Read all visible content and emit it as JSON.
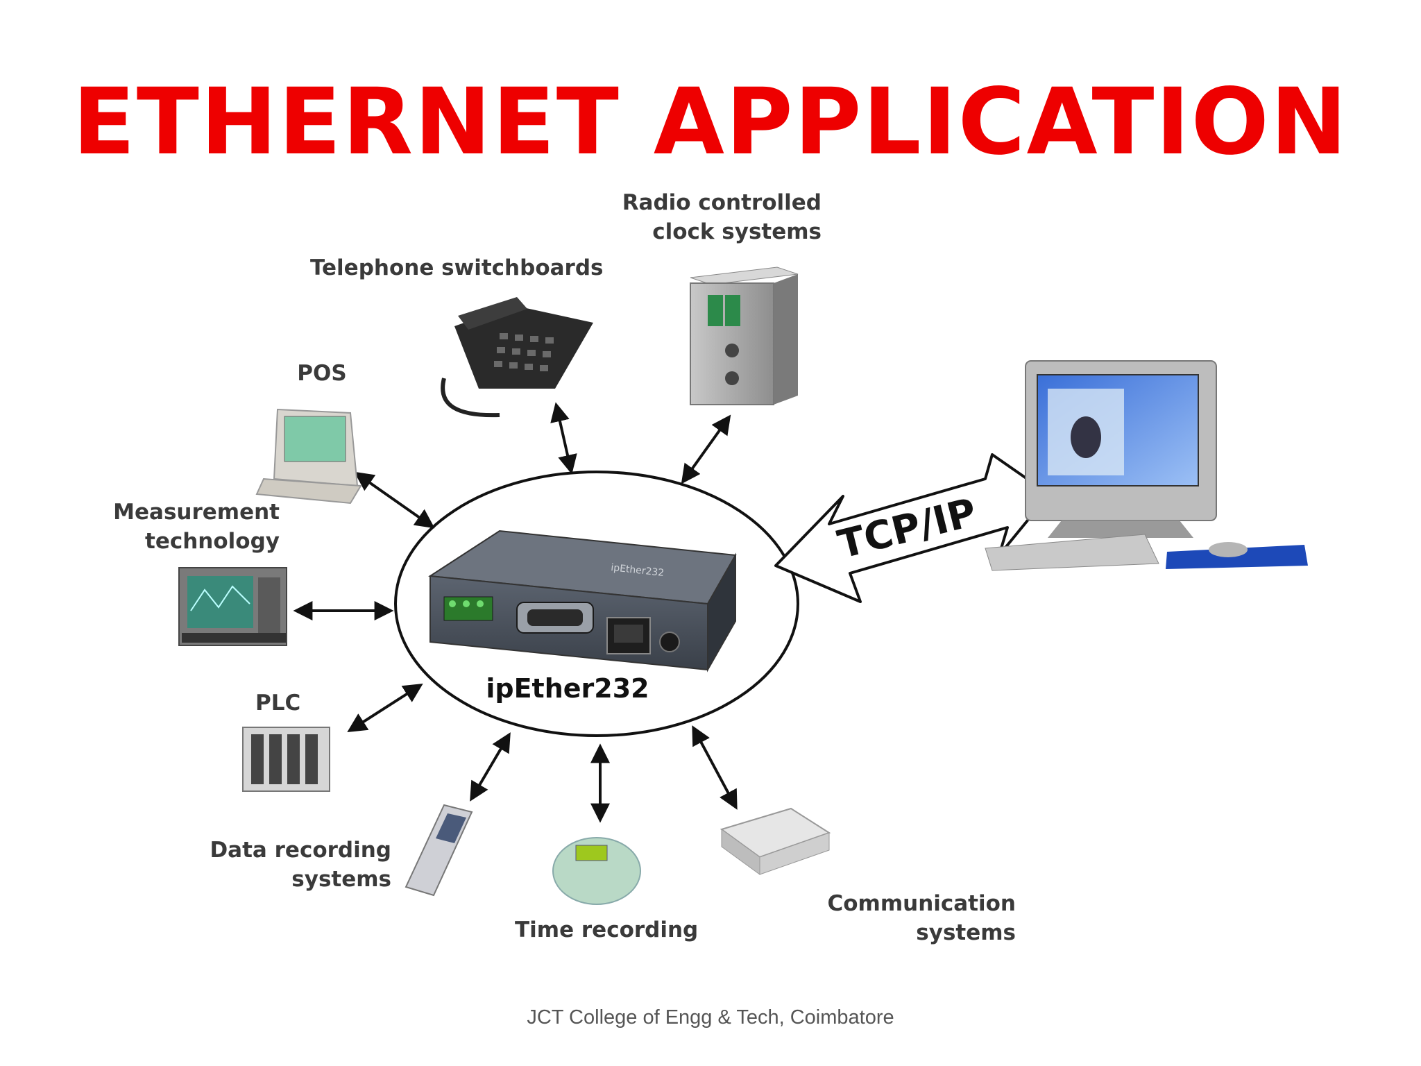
{
  "slide": {
    "title": "ETHERNET APPLICATION",
    "footer": "JCT College of Engg & Tech, Coimbatore",
    "title_color": "#ee0000"
  },
  "diagram": {
    "hub_label": "ipEther232",
    "protocol_label": "TCP/IP",
    "devices": {
      "radio_clock": "Radio controlled clock systems",
      "radio_clock_line1": "Radio controlled",
      "radio_clock_line2": "clock systems",
      "telephone": "Telephone switchboards",
      "pos": "POS",
      "measurement_line1": "Measurement",
      "measurement_line2": "technology",
      "plc": "PLC",
      "data_recording_line1": "Data recording",
      "data_recording_line2": "systems",
      "time_recording": "Time recording",
      "communication_line1": "Communication",
      "communication_line2": "systems"
    },
    "icons": {
      "telephone": "telephone-icon",
      "radio_clock": "clock-device-icon",
      "pos": "pos-terminal-icon",
      "measurement": "oscilloscope-icon",
      "plc": "plc-icon",
      "data_recording": "handheld-scanner-icon",
      "time_recording": "time-clock-icon",
      "communication": "router-icon",
      "computer": "desktop-computer-icon",
      "hub": "ipether232-device-icon"
    }
  }
}
